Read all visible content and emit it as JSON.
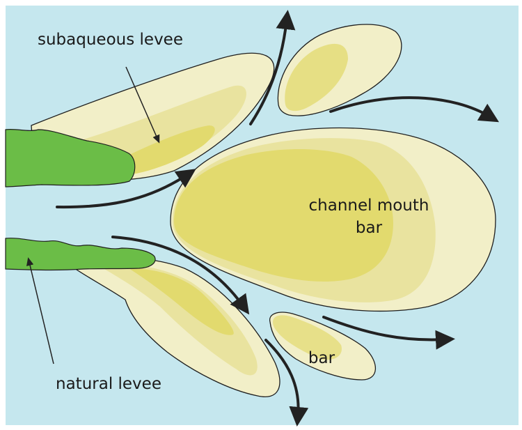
{
  "labels": {
    "subaqueous_levee": "subaqueous levee",
    "channel_mouth_bar_line1": "channel mouth",
    "channel_mouth_bar_line2": "bar",
    "bar": "bar",
    "natural_levee": "natural levee"
  },
  "colors": {
    "water": "#c5e7ee",
    "deposit_pale": "#f2efc8",
    "deposit_mid": "#e9e39f",
    "deposit_core": "#e2da6e",
    "vegetation": "#6bbd47",
    "outline": "#1e1e1e",
    "flow_arrow": "#222222"
  },
  "icons": {
    "flow": "curved-arrow-icon",
    "pointer": "straight-arrow-icon"
  }
}
